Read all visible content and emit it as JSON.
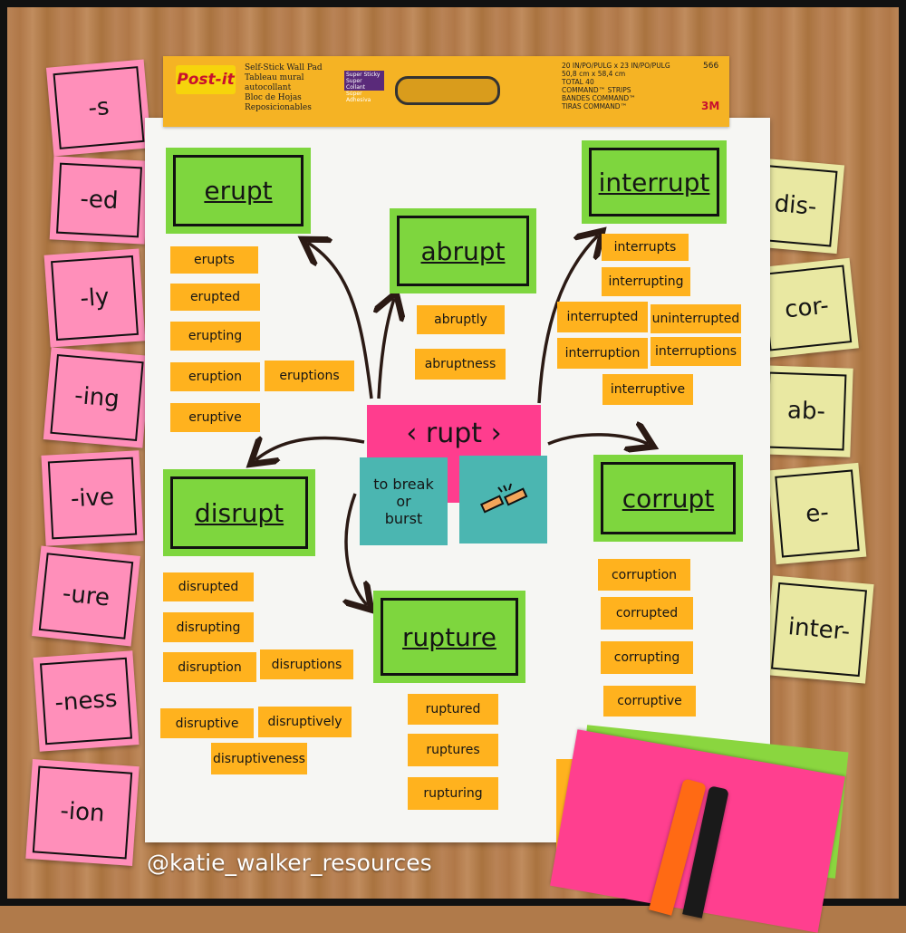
{
  "pad_header": {
    "brand": "Post-it",
    "product_lines": [
      "Self-Stick Wall Pad",
      "Tableau mural autocollant",
      "Bloc de Hojas Reposicionables"
    ],
    "badge": "Super Sticky Super Collant Súper Adhesiva",
    "spec_lines": [
      "20 IN/PO/PULG x 23 IN/PO/PULG",
      "50,8 cm x 58,4 cm",
      "TOTAL 40",
      "COMMAND™ STRIPS",
      "BANDES COMMAND™",
      "TIRAS COMMAND™"
    ],
    "model": "566",
    "maker": "3M"
  },
  "root": {
    "word": "‹ rupt ›",
    "meaning": "to break or burst",
    "meaning_lines": [
      "to break",
      "or",
      "burst"
    ],
    "icon": "broken-stick-icon"
  },
  "words": {
    "erupt": {
      "title": "erupt",
      "forms": [
        "erupts",
        "erupted",
        "erupting",
        "eruption",
        "eruptions",
        "eruptive"
      ]
    },
    "abrupt": {
      "title": "abrupt",
      "forms": [
        "abruptly",
        "abruptness"
      ]
    },
    "interrupt": {
      "title": "interrupt",
      "forms": [
        "interrupts",
        "interrupting",
        "interrupted",
        "uninterrupted",
        "interruption",
        "interruptions",
        "interruptive"
      ]
    },
    "disrupt": {
      "title": "disrupt",
      "forms": [
        "disrupted",
        "disrupting",
        "disruption",
        "disruptions",
        "disruptive",
        "disruptively",
        "disruptiveness"
      ]
    },
    "rupture": {
      "title": "rupture",
      "forms": [
        "ruptured",
        "ruptures",
        "rupturing"
      ]
    },
    "corrupt": {
      "title": "corrupt",
      "forms": [
        "corruption",
        "corrupted",
        "corrupting",
        "corruptive"
      ]
    }
  },
  "suffixes": [
    "-s",
    "-ed",
    "-ly",
    "-ing",
    "-ive",
    "-ure",
    "-ness",
    "-ion"
  ],
  "prefixes": [
    "dis-",
    "cor-",
    "ab-",
    "e-",
    "inter-"
  ],
  "watermark": "@katie_walker_resources",
  "colors": {
    "green": "#7ed63e",
    "orange": "#ffb21e",
    "pink": "#ff3d8e",
    "teal": "#4bb6b1",
    "pink_card": "#ff8fba",
    "yellow_card": "#e9e8a2"
  }
}
